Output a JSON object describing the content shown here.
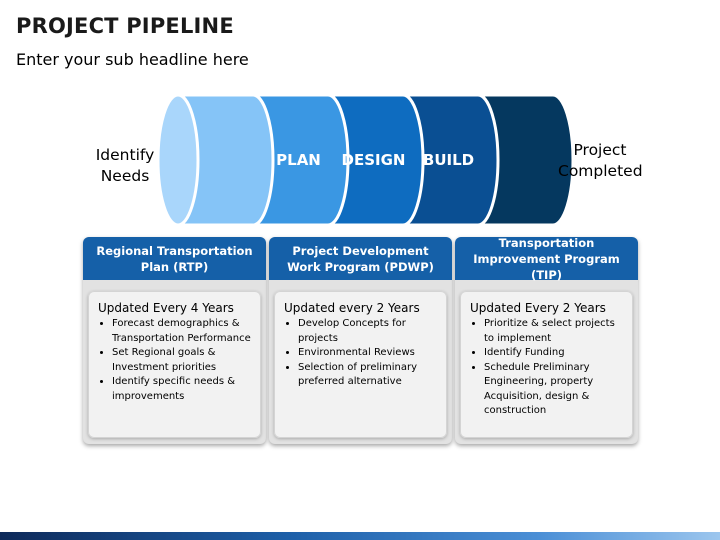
{
  "header": {
    "title": "PROJECT PIPELINE",
    "subtitle": "Enter your sub headline here"
  },
  "pipeline": {
    "start_label": [
      "Identify",
      "Needs"
    ],
    "end_label": [
      "Project",
      "Completed"
    ],
    "stages": [
      {
        "label": "",
        "color": "#85c4f7"
      },
      {
        "label": "PLAN",
        "color": "#3a97e3"
      },
      {
        "label": "DESIGN",
        "color": "#0e6cc0"
      },
      {
        "label": "BUILD",
        "color": "#0a4f93"
      },
      {
        "label": "",
        "color": "#05385f"
      }
    ]
  },
  "cards": [
    {
      "title": "Regional Transportation Plan (RTP)",
      "update": "Updated Every 4 Years",
      "bullets": [
        "Forecast demographics & Transportation Performance",
        "Set Regional goals & Investment priorities",
        "Identify specific needs & improvements"
      ]
    },
    {
      "title": "Project Development Work Program (PDWP)",
      "update": "Updated every 2 Years",
      "bullets": [
        "Develop Concepts for projects",
        "Environmental Reviews",
        "Selection of preliminary preferred alternative"
      ]
    },
    {
      "title": "Transportation Improvement Program (TIP)",
      "update": "Updated Every 2 Years",
      "bullets": [
        "Prioritize & select projects to implement",
        "Identify Funding",
        "Schedule Preliminary Engineering, property Acquisition, design & construction"
      ]
    }
  ]
}
